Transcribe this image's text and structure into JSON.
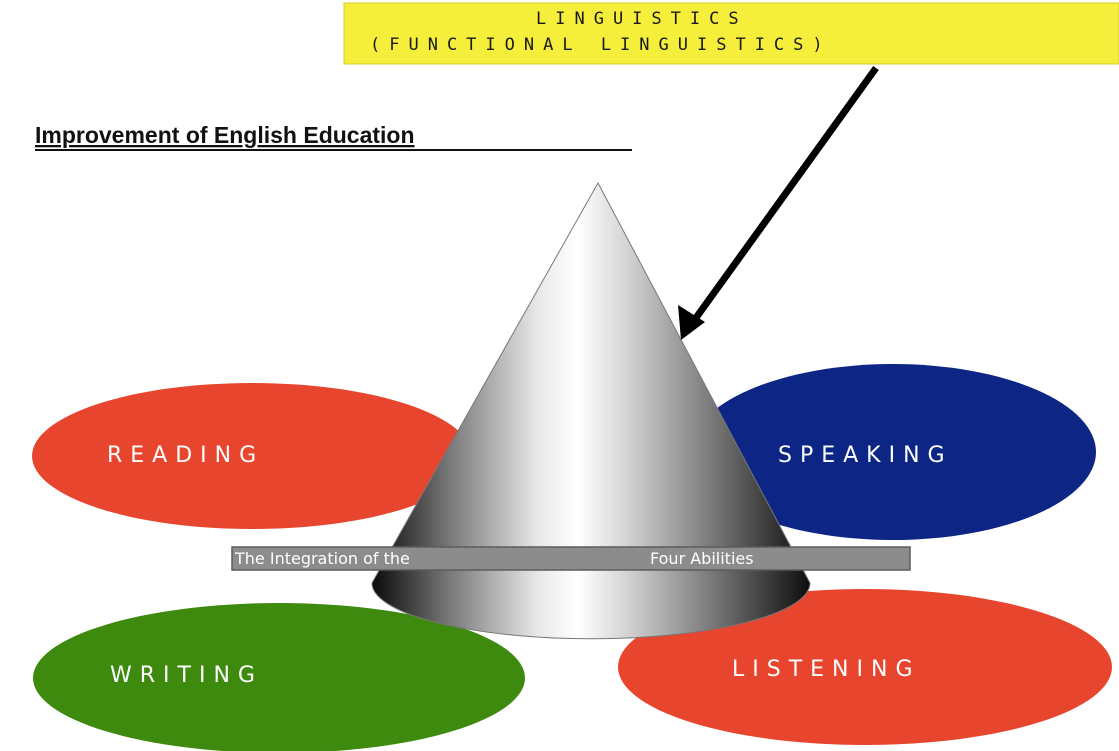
{
  "banner": {
    "line1": "LINGUISTICS",
    "line2": "(FUNCTIONAL LINGUISTICS)",
    "color": "#f5ee3a"
  },
  "title": "Improvement of English Education",
  "abilities": {
    "reading": {
      "label": "READING",
      "color": "#e8452f"
    },
    "speaking": {
      "label": "SPEAKING",
      "color": "#0d2686"
    },
    "writing": {
      "label": "WRITING",
      "color": "#3d8a0f"
    },
    "listening": {
      "label": "LISTENING",
      "color": "#e8452f"
    }
  },
  "integration": {
    "part1": "The Integration of the",
    "part2": "Four Abilities"
  }
}
